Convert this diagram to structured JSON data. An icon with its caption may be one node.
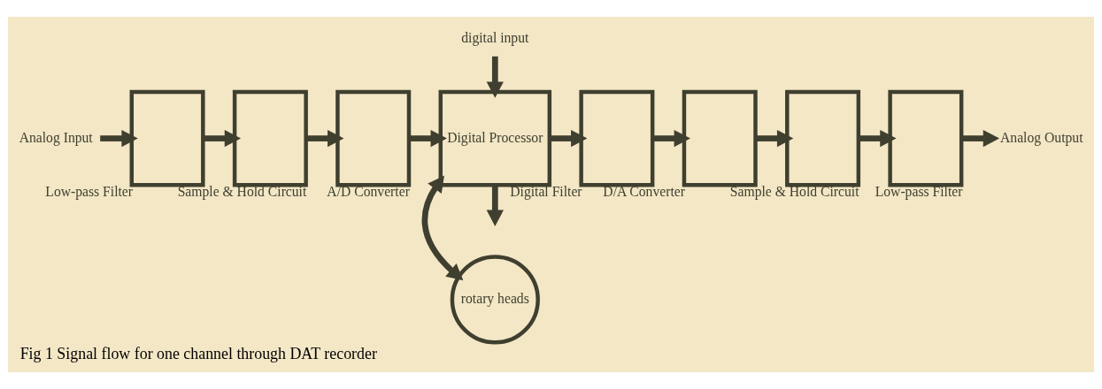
{
  "diagram": {
    "caption": "Fig 1 Signal flow for one channel through DAT recorder",
    "nodes": [
      {
        "text": [
          "Analog Input"
        ]
      },
      {
        "text": [],
        "shape": "box",
        "beside": [
          "Low-pass Filter"
        ]
      },
      {
        "text": [],
        "shape": "box",
        "beside": [
          "Sample & Hold Circuit"
        ]
      },
      {
        "text": [],
        "shape": "box",
        "beside": [
          "A/D Converter"
        ]
      },
      {
        "text": [
          "Digital Processor"
        ]
      },
      {
        "text": [],
        "shape": "box",
        "beside": [
          "Digital Filter"
        ]
      },
      {
        "text": [],
        "shape": "box",
        "beside": [
          "D/A Converter"
        ]
      },
      {
        "text": [],
        "shape": "box",
        "beside": [
          "Sample & Hold Circuit"
        ]
      },
      {
        "text": [],
        "shape": "box",
        "beside": [
          "Low-pass Filter"
        ]
      },
      {
        "text": [
          "Analog Output"
        ]
      },
      {
        "text": [
          "digital input"
        ]
      },
      {
        "text": [
          "rotary heads"
        ]
      }
    ],
    "edges": [
      {
        "from": 0,
        "to": 1,
        "arrow": "to"
      },
      {
        "from": 1,
        "to": 2,
        "arrow": "to"
      },
      {
        "from": 2,
        "to": 3,
        "arrow": "to"
      },
      {
        "from": 3,
        "to": 4,
        "arrow": "to"
      },
      {
        "from": 4,
        "to": 5,
        "arrow": "to"
      },
      {
        "from": 5,
        "to": 6,
        "arrow": "to"
      },
      {
        "from": 6,
        "to": 7,
        "arrow": "to"
      },
      {
        "from": 7,
        "to": 8,
        "arrow": "to"
      },
      {
        "from": 8,
        "to": 9,
        "arrow": "to"
      },
      {
        "from": 10,
        "to": 4,
        "arrow": "to"
      },
      {
        "from": 4,
        "to": null,
        "arrow": "to"
      },
      {
        "from": 4,
        "to": 11,
        "arrow": "both"
      }
    ]
  }
}
